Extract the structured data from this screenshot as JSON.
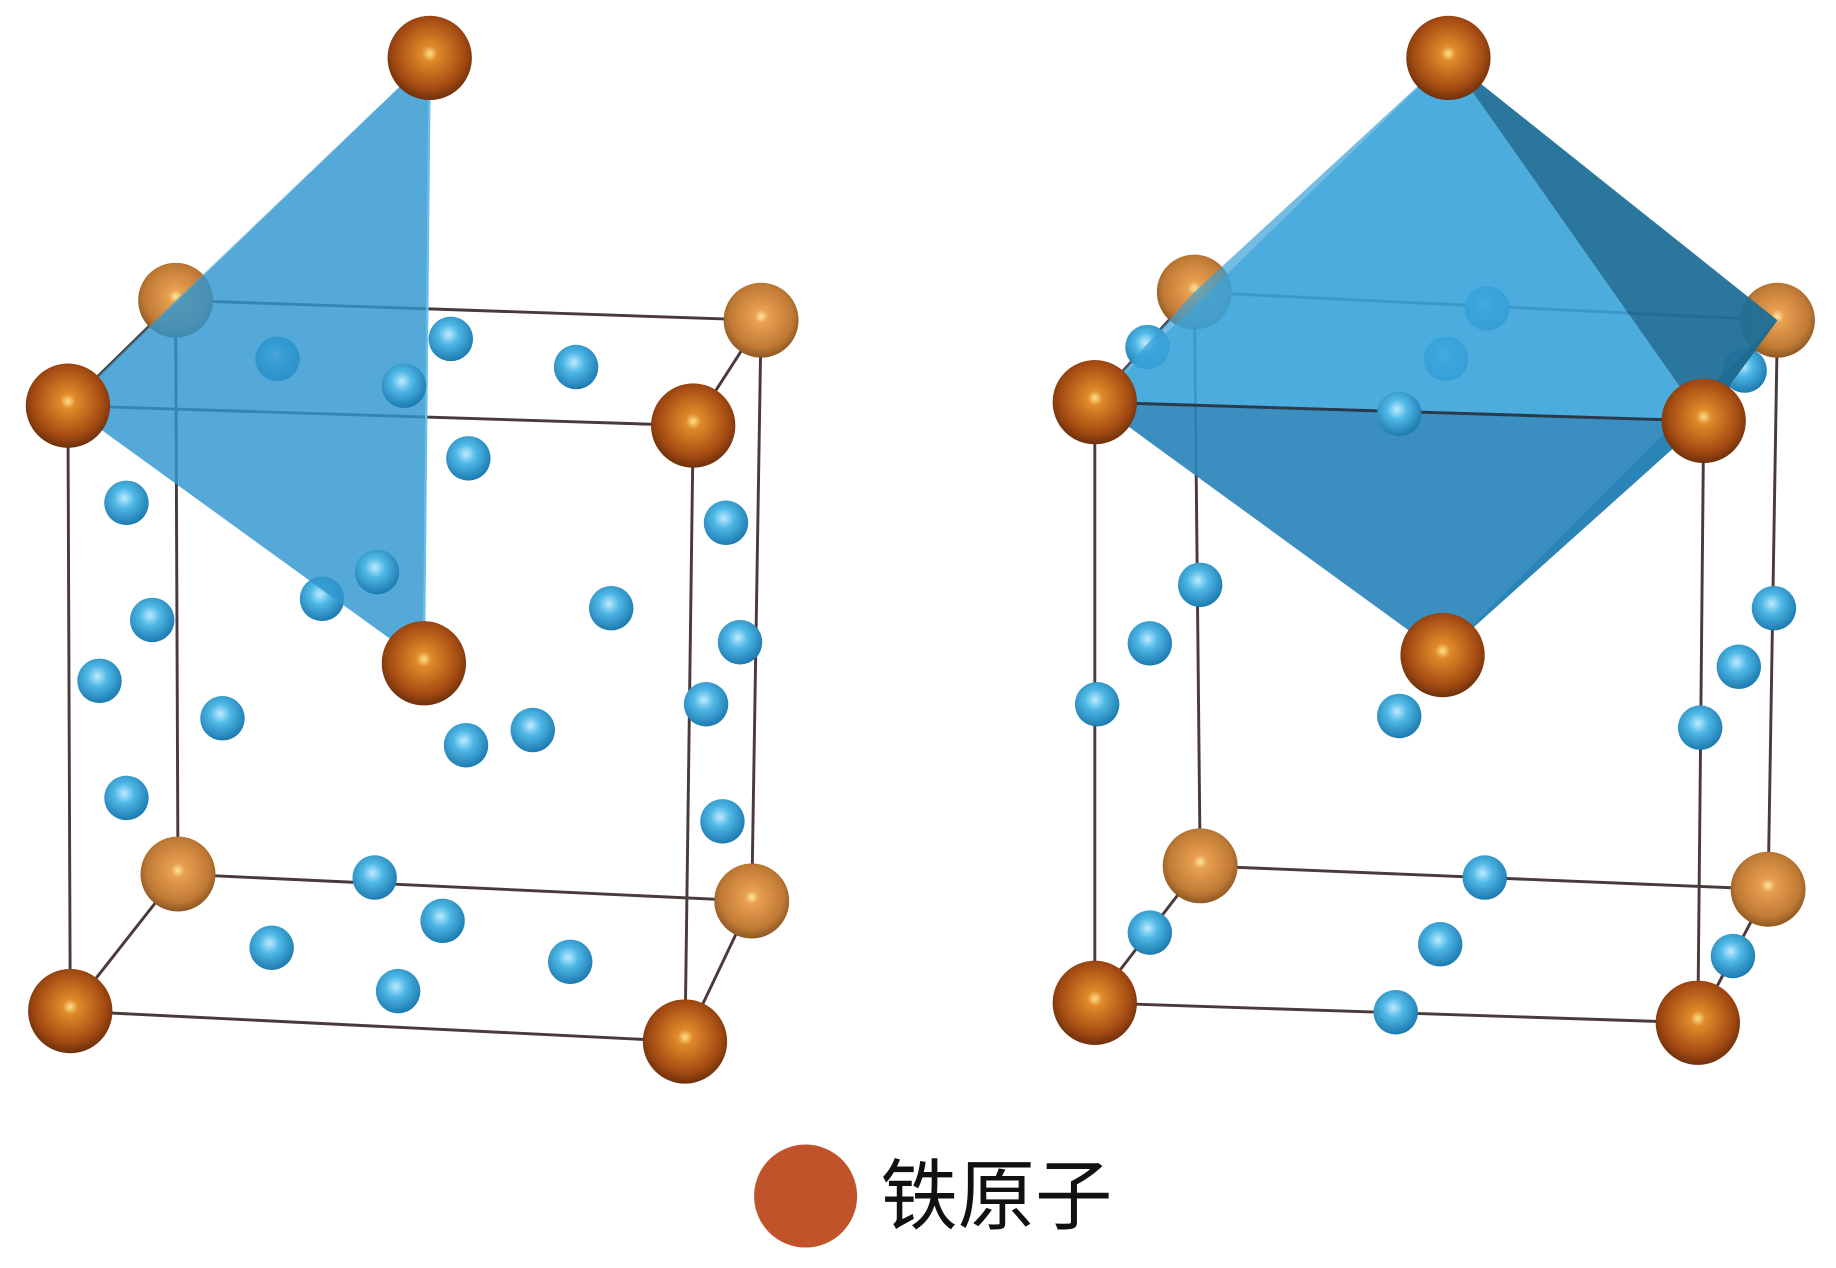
{
  "figure": {
    "left_structure": "tetrahedral-interstitial",
    "right_structure": "octahedral-interstitial"
  },
  "legend": {
    "label": "铁原子",
    "color": "#c0532a"
  },
  "colors": {
    "iron_atom": "#b5531c",
    "interstitial_atom": "#3aa6d8",
    "polyhedron": "#2f96cf"
  }
}
